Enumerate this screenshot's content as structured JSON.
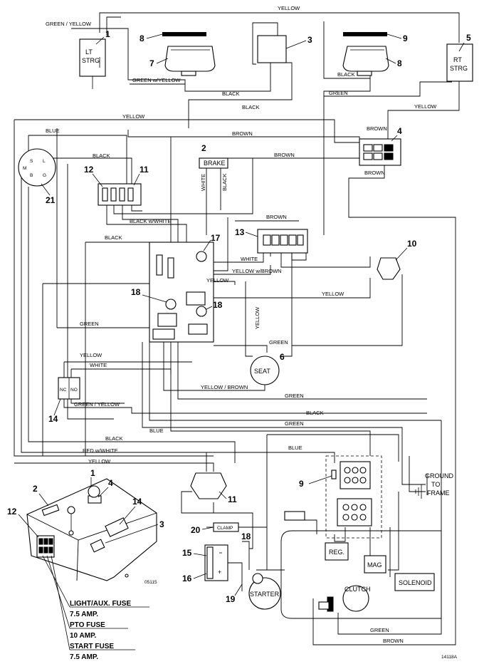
{
  "wire_labels": {
    "yellow_top": "YELLOW",
    "green_yellow_top": "GREEN / YELLOW",
    "green_w_yellow": "GREEN w/YELLOW",
    "black_top": "BLACK",
    "black_mid": "BLACK",
    "black_right": "BLACK",
    "green_right": "GREEN",
    "yellow_right": "YELLOW",
    "yellow_left": "YELLOW",
    "blue_left": "BLUE",
    "brown_top": "BROWN",
    "brown_right": "BROWN",
    "brown_conn": "BROWN",
    "brown_conn2": "BROWN",
    "black_seat": "BLACK",
    "white_brake": "WHITE",
    "black_brake": "BLACK",
    "black_w_white": "BLACK w/WHITE",
    "black_left": "BLACK",
    "brown_mid": "BROWN",
    "white_mid": "WHITE",
    "yellow_w_brown": "YELLOW w/BROWN",
    "yellow_mid": "YELLOW",
    "yellow_mid2": "YELLOW",
    "green_mid": "GREEN",
    "yellow_vert": "YELLOW",
    "green_seat": "GREEN",
    "yellow_nc": "YELLOW",
    "white_nc": "WHITE",
    "yellow_brown": "YELLOW / BROWN",
    "green_nc": "GREEN",
    "green_yellow_nc": "GREEN / YELLOW",
    "black_low": "BLACK",
    "green_low": "GREEN",
    "black_low2": "BLACK",
    "blue_low": "BLUE",
    "red_w_white": "RED w/WHITE",
    "blue_low2": "BLUE",
    "yellow_low": "YELLOW",
    "green_bottom": "GREEN",
    "brown_bottom": "BROWN"
  },
  "components": {
    "lt_strg": [
      "LT",
      "STRG"
    ],
    "rt_strg": [
      "RT",
      "STRG"
    ],
    "brake": "BRAKE",
    "seat": "SEAT",
    "nc_left": "NC",
    "nc_right": "NO",
    "ground": [
      "GROUND",
      "TO",
      "FRAME"
    ],
    "reg": "REG.",
    "mag": "MAG",
    "solenoid": "SOLENOID",
    "clutch": "CLUTCH",
    "starter": "STARTER",
    "fuse_block_label": "CLAMP"
  },
  "callouts": [
    "1",
    "2",
    "3",
    "4",
    "5",
    "6",
    "7",
    "8",
    "8",
    "9",
    "9",
    "10",
    "11",
    "11",
    "12",
    "13",
    "14",
    "15",
    "16",
    "17",
    "18",
    "18",
    "18",
    "19",
    "20",
    "21"
  ],
  "inset": {
    "callouts": [
      "1",
      "2",
      "3",
      "4",
      "12",
      "14"
    ],
    "part_number": "05115"
  },
  "fuses": [
    {
      "name": "LIGHT/AUX. FUSE",
      "rating": "7.5 AMP."
    },
    {
      "name": "PTO FUSE",
      "rating": "10 AMP."
    },
    {
      "name": "START FUSE",
      "rating": "7.5 AMP."
    }
  ],
  "figure_id": "14118A"
}
